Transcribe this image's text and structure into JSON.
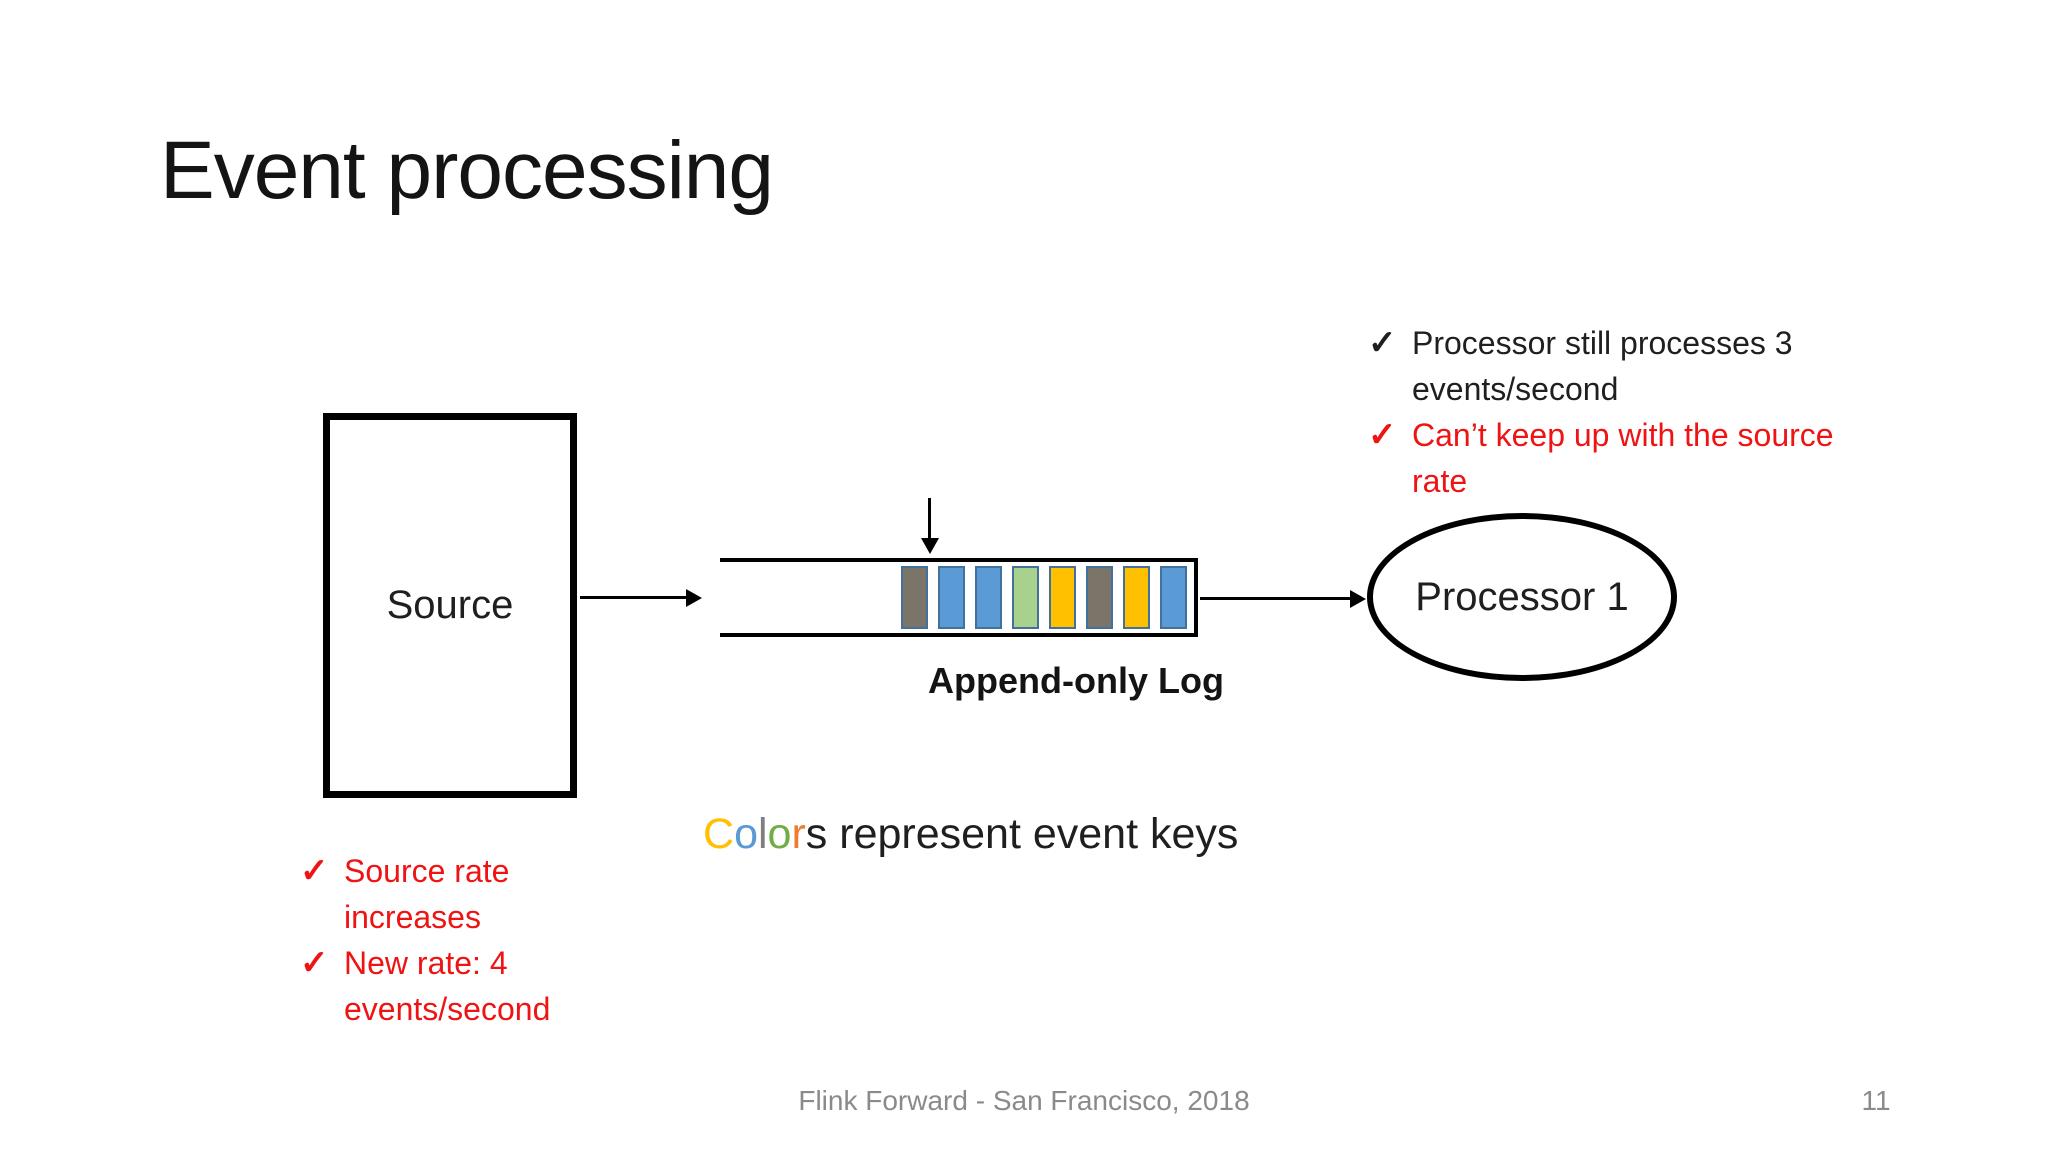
{
  "slide": {
    "title": "Event processing",
    "footer": "Flink Forward - San Francisco, 2018",
    "page_number": "11"
  },
  "icons": {
    "check": "✓"
  },
  "source_box": {
    "label": "Source"
  },
  "log": {
    "label": "Append-only Log",
    "border_color": "#41719c",
    "events": [
      {
        "key": "gray",
        "fill": "#7b7468"
      },
      {
        "key": "blue",
        "fill": "#5b9bd5"
      },
      {
        "key": "blue",
        "fill": "#5b9bd5"
      },
      {
        "key": "green",
        "fill": "#a9d18e"
      },
      {
        "key": "yellow",
        "fill": "#ffc000"
      },
      {
        "key": "gray",
        "fill": "#7b7468"
      },
      {
        "key": "yellow",
        "fill": "#ffc000"
      },
      {
        "key": "blue",
        "fill": "#5b9bd5"
      }
    ]
  },
  "processor": {
    "label": "Processor 1"
  },
  "notes_right": [
    {
      "text": "Processor still processes 3 events/second",
      "color": "#1f1f1f"
    },
    {
      "text": "Can’t keep up with the source rate",
      "color": "#ee1414"
    }
  ],
  "notes_left": [
    {
      "text": "Source rate increases",
      "color": "#ee1414"
    },
    {
      "text": "New rate: 4 events/second",
      "color": "#ee1414"
    }
  ],
  "caption": {
    "colored_letters": [
      {
        "ch": "C",
        "color": "#ffc000"
      },
      {
        "ch": "o",
        "color": "#5b9bd5"
      },
      {
        "ch": "l",
        "color": "#7f7f7f"
      },
      {
        "ch": "o",
        "color": "#70ad47"
      },
      {
        "ch": "r",
        "color": "#ed7d31"
      }
    ],
    "rest": "s represent event keys"
  }
}
